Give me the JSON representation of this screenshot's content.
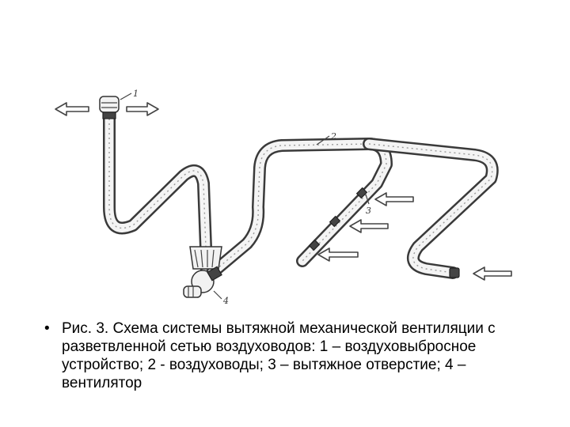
{
  "diagram": {
    "callouts": [
      "1",
      "2",
      "3",
      "4"
    ]
  },
  "caption": {
    "bullet": "•",
    "text": "Рис. 3. Схема системы вытяжной механической вентиляции с разветвленной сетью воздуховодов: 1 – воздуховыбросное устройство; 2 - воздуховоды; 3 – вытяжное отверстие; 4 – вентилятор"
  }
}
